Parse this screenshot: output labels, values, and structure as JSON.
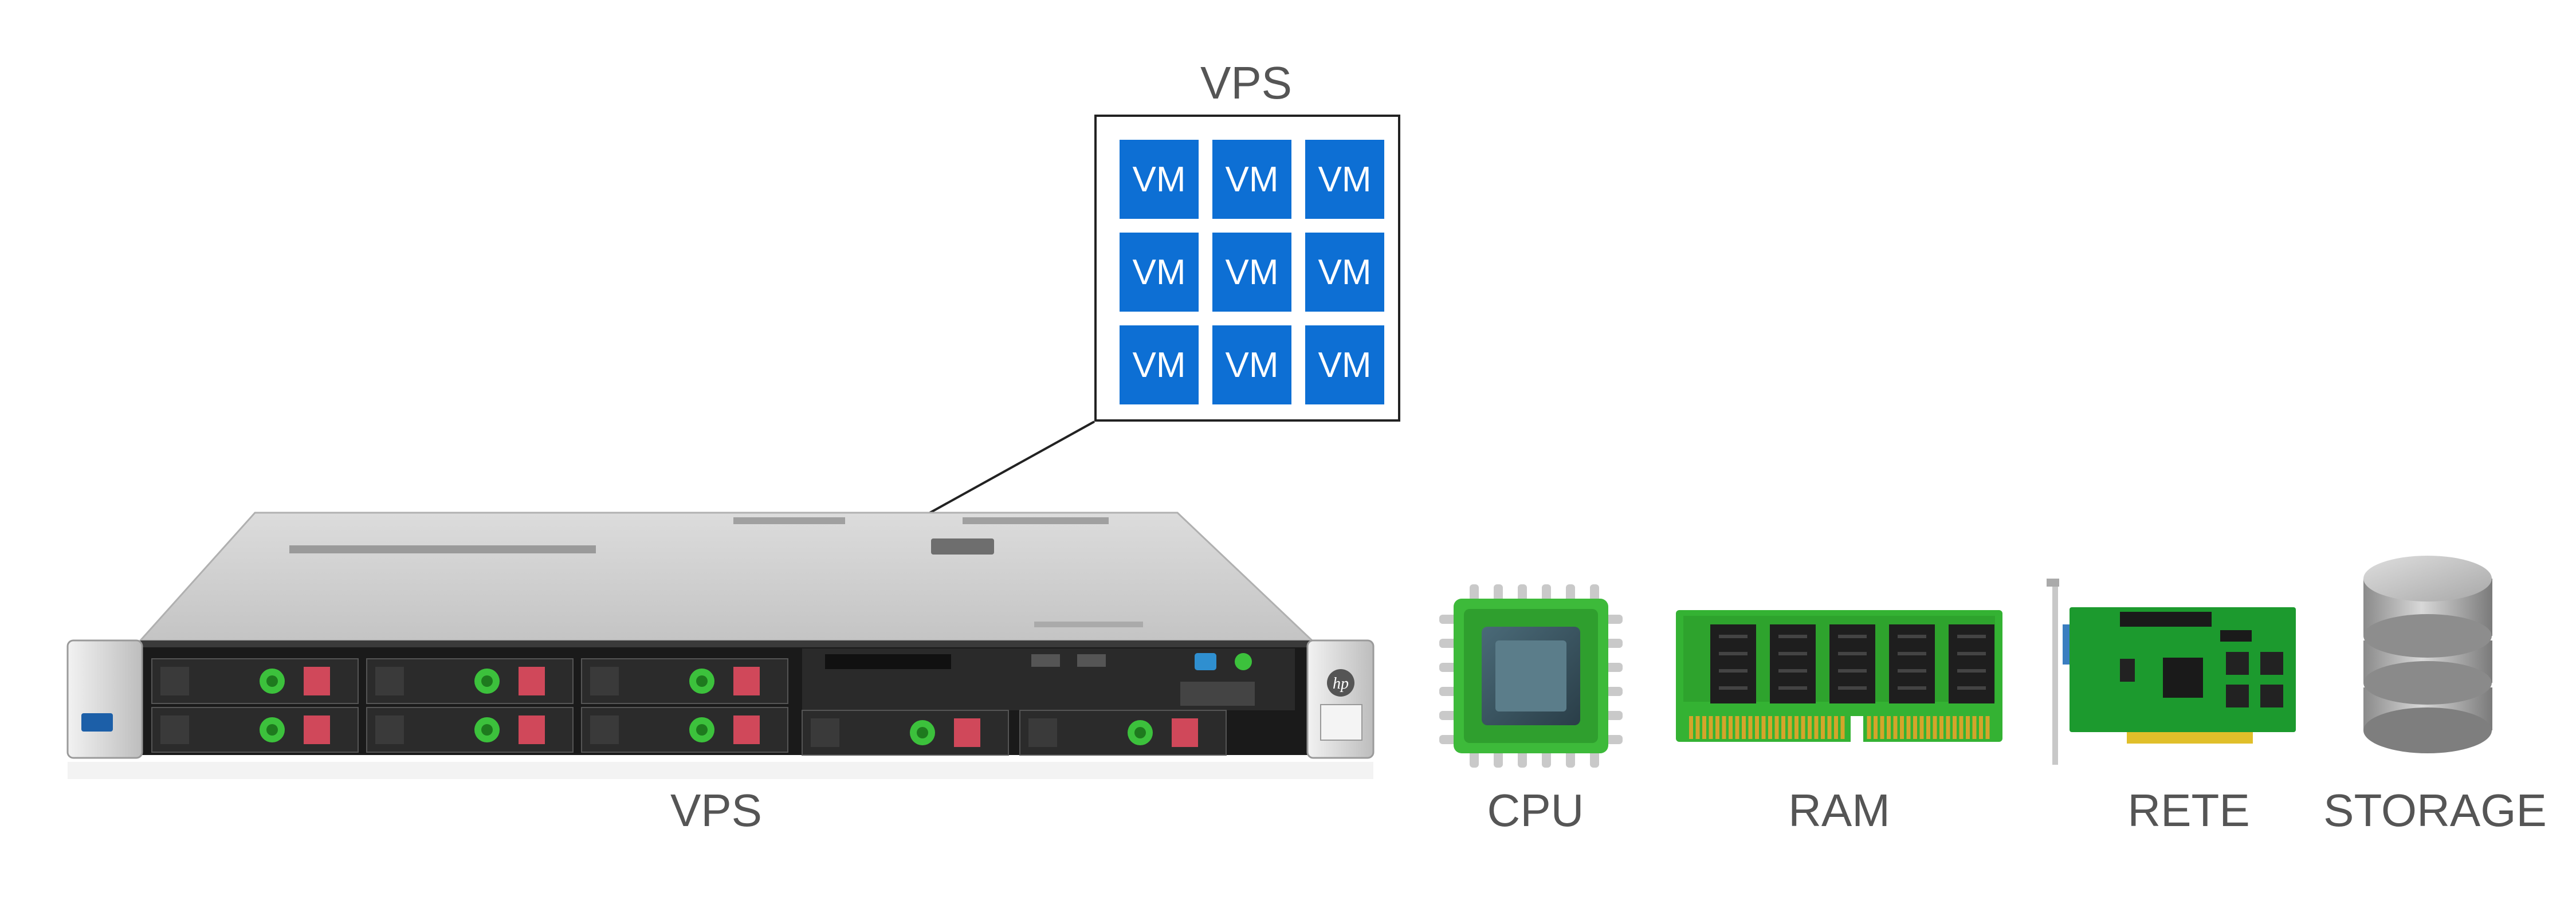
{
  "diagram": {
    "vps_label_top": "VPS",
    "vps_label_bottom": "VPS",
    "vm_label": "VM",
    "vm_grid": {
      "rows": 3,
      "cols": 3
    },
    "components": [
      {
        "id": "cpu",
        "label": "CPU",
        "icon": "cpu-chip-icon"
      },
      {
        "id": "ram",
        "label": "RAM",
        "icon": "ram-module-icon"
      },
      {
        "id": "rete",
        "label": "RETE",
        "icon": "network-card-icon"
      },
      {
        "id": "storage",
        "label": "STORAGE",
        "icon": "database-storage-icon"
      }
    ],
    "server_logo_text": "hp",
    "colors": {
      "vm_tile": "#0d6fd4",
      "board_green": "#34b233",
      "pcb_green": "#1c9a2e",
      "drive_led_green": "#3cc13c",
      "drive_red": "#d0485a",
      "label_gray": "#555555"
    }
  }
}
